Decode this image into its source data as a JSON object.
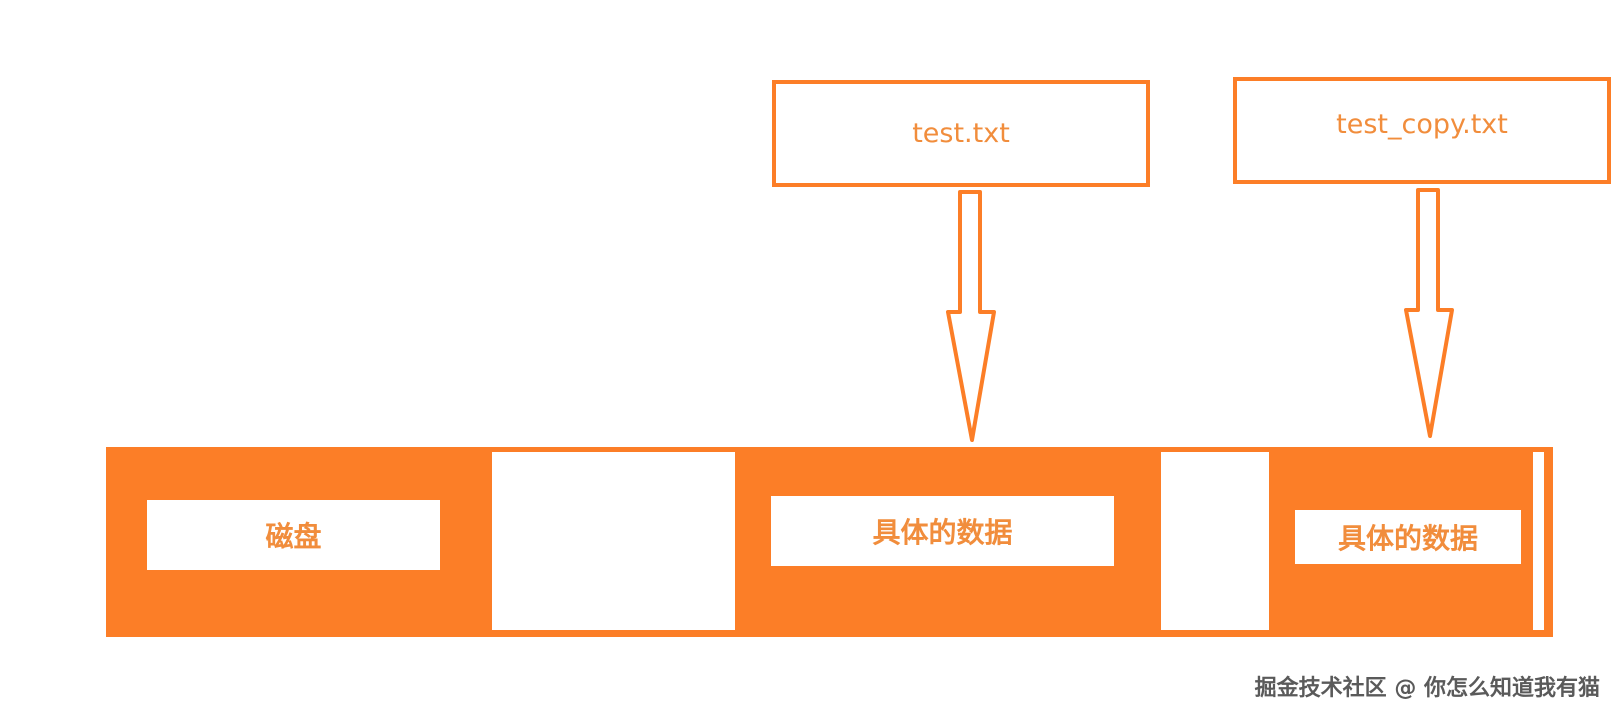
{
  "diagram": {
    "files": [
      {
        "name": "test.txt"
      },
      {
        "name": "test_copy.txt"
      }
    ],
    "disk": {
      "label": "磁盘",
      "blocks": [
        {
          "label": "具体的数据"
        },
        {
          "label": "具体的数据"
        }
      ]
    }
  },
  "watermark": "掘金技术社区 @ 你怎么知道我有猫",
  "colors": {
    "accent": "#fc7e27",
    "text": "#f18d3c",
    "watermark": "#5a5a5a",
    "background": "#ffffff"
  }
}
